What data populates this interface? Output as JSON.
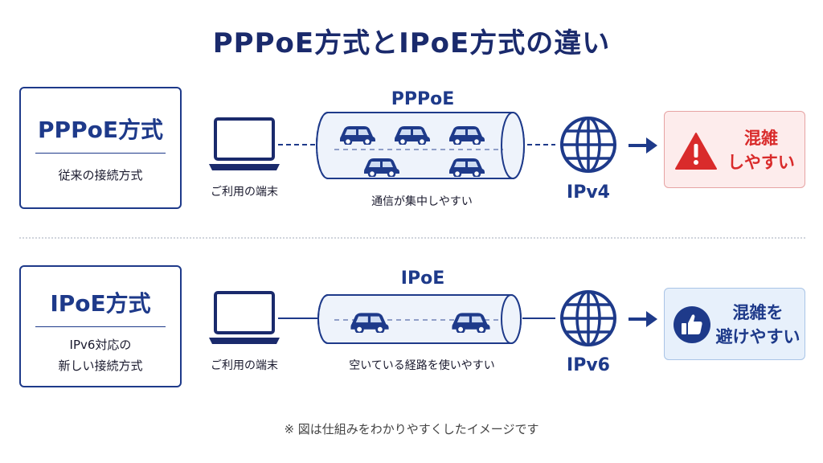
{
  "title": "PPPoE方式とIPoE方式の違い",
  "rows": [
    {
      "box_title": "PPPoE方式",
      "box_sub": [
        "従来の接続方式"
      ],
      "device_label": "ご利用の端末",
      "tunnel_label": "PPPoE",
      "tunnel_caption": "通信が集中しやすい",
      "ip_label": "IPv4",
      "result_lines": [
        "混雑",
        "しやすい"
      ],
      "result_icon": "warning-icon",
      "result_color": "#d92b2b"
    },
    {
      "box_title": "IPoE方式",
      "box_sub": [
        "IPv6対応の",
        "新しい接続方式"
      ],
      "device_label": "ご利用の端末",
      "tunnel_label": "IPoE",
      "tunnel_caption": "空いている経路を使いやすい",
      "ip_label": "IPv6",
      "result_lines": [
        "混雑を",
        "避けやすい"
      ],
      "result_icon": "thumbs-up-icon",
      "result_color": "#1e3a8a"
    }
  ],
  "note": "※ 図は仕組みをわかりやすくしたイメージです",
  "colors": {
    "navy": "#1e3a8a",
    "red": "#d92b2b",
    "tunnel_fill": "#eef3fb"
  }
}
